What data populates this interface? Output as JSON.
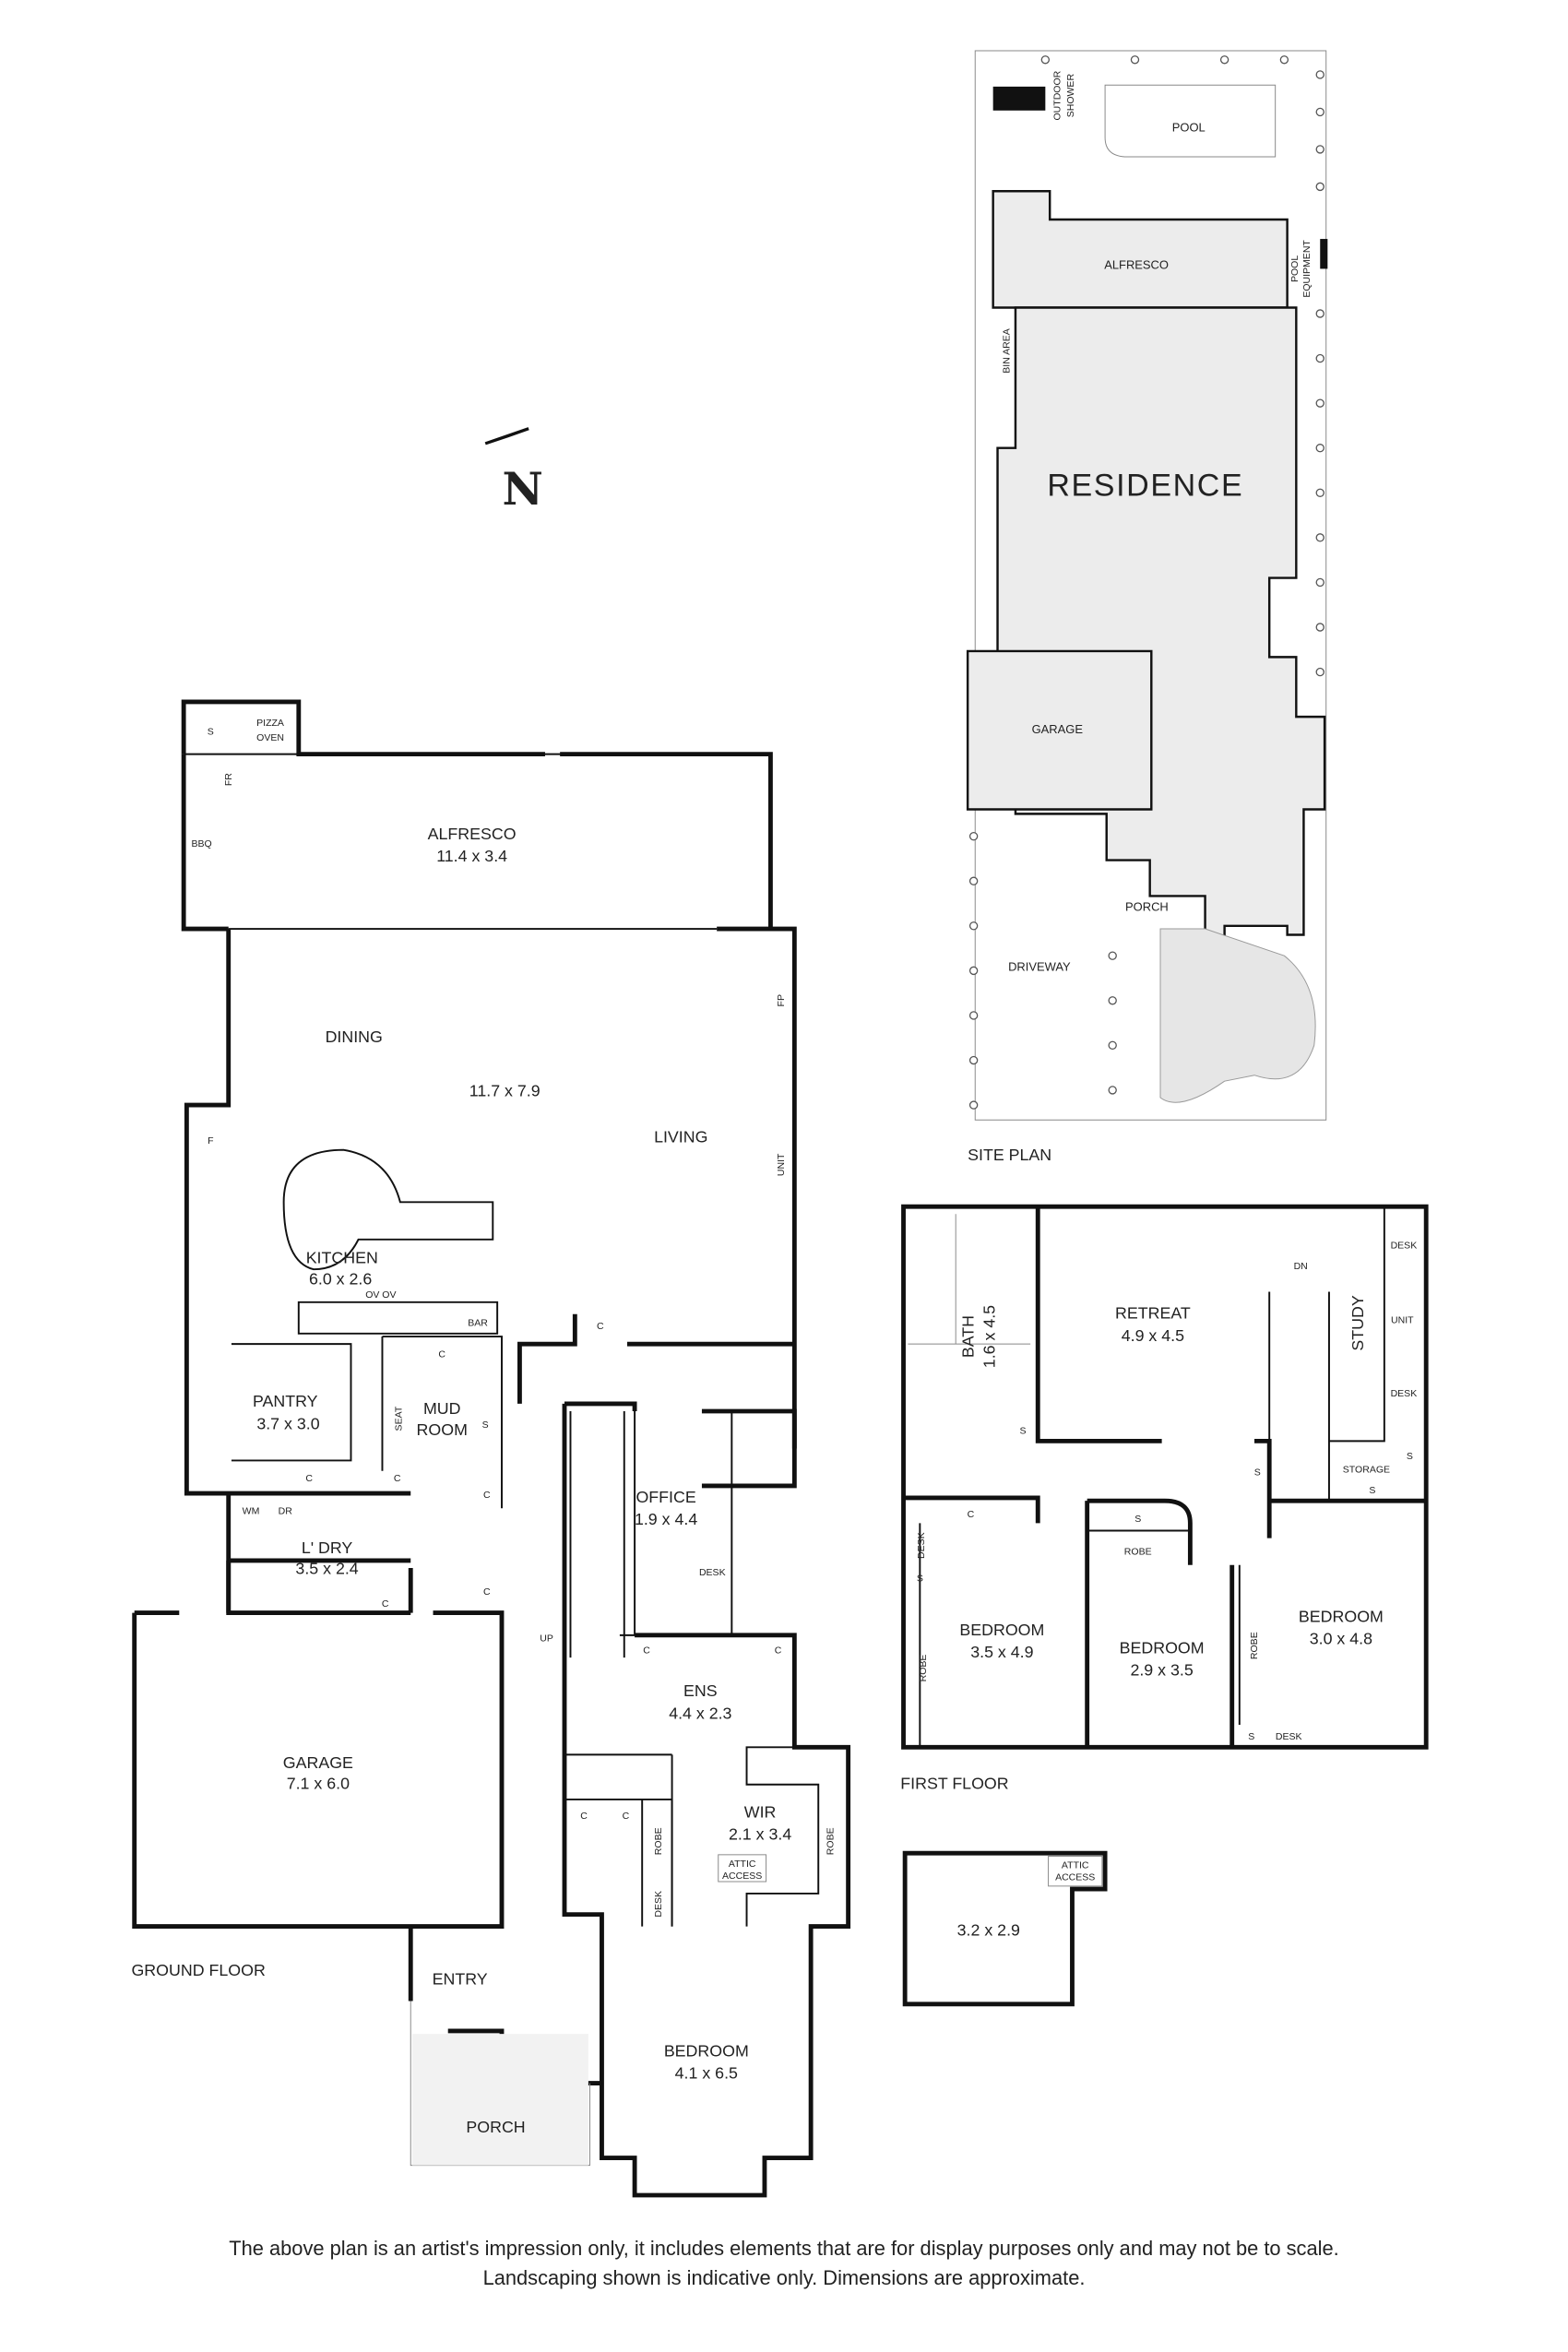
{
  "compass": {
    "label": "N"
  },
  "site_plan": {
    "label": "SITE PLAN",
    "areas": {
      "pool": "POOL",
      "outdoor_shower_1": "OUTDOOR",
      "outdoor_shower_2": "SHOWER",
      "alfresco": "ALFRESCO",
      "pool_equipment_1": "POOL",
      "pool_equipment_2": "EQUIPMENT",
      "bin_area": "BIN AREA",
      "residence": "RESIDENCE",
      "garage": "GARAGE",
      "porch": "PORCH",
      "driveway": "DRIVEWAY"
    }
  },
  "ground_floor": {
    "label": "GROUND FLOOR",
    "rooms": {
      "alfresco": {
        "name": "ALFRESCO",
        "dims": "11.4 x 3.4"
      },
      "dining": {
        "name": "DINING"
      },
      "living_dims": "11.7 x 7.9",
      "living": {
        "name": "LIVING"
      },
      "kitchen": {
        "name": "KITCHEN",
        "dims": "6.0 x 2.6"
      },
      "pantry": {
        "name": "PANTRY",
        "dims": "3.7 x 3.0"
      },
      "mud_room": {
        "name1": "MUD",
        "name2": "ROOM"
      },
      "laundry": {
        "name": "L' DRY",
        "dims": "3.5 x 2.4"
      },
      "garage": {
        "name": "GARAGE",
        "dims": "7.1 x 6.0"
      },
      "office": {
        "name": "OFFICE",
        "dims": "1.9 x 4.4"
      },
      "ensuite": {
        "name": "ENS",
        "dims": "4.4 x 2.3"
      },
      "wir": {
        "name": "WIR",
        "dims": "2.1 x 3.4"
      },
      "bedroom": {
        "name": "BEDROOM",
        "dims": "4.1 x 6.5"
      },
      "entry": {
        "name": "ENTRY"
      },
      "porch": {
        "name": "PORCH"
      }
    },
    "fixtures": {
      "s": "S",
      "pizza1": "PIZZA",
      "pizza2": "OVEN",
      "fr": "FR",
      "bbq": "BBQ",
      "f": "F",
      "fp": "FP",
      "unit": "UNIT",
      "bar": "BAR",
      "ov": "OV  OV",
      "c": "C",
      "seat": "SEAT",
      "wm": "WM",
      "dr": "DR",
      "desk": "DESK",
      "up": "UP",
      "robe": "ROBE",
      "attic1": "ATTIC",
      "attic2": "ACCESS"
    }
  },
  "first_floor": {
    "label": "FIRST FLOOR",
    "rooms": {
      "retreat": {
        "name": "RETREAT",
        "dims": "4.9 x 4.5"
      },
      "bath": {
        "name": "BATH",
        "dims": "1.6 x 4.5"
      },
      "study": {
        "name": "STUDY"
      },
      "bedroom1": {
        "name": "BEDROOM",
        "dims": "3.5 x 4.9"
      },
      "bedroom2": {
        "name": "BEDROOM",
        "dims": "2.9 x 3.5"
      },
      "bedroom3": {
        "name": "BEDROOM",
        "dims": "3.0 x 4.8"
      }
    },
    "fixtures": {
      "desk": "DESK",
      "unit": "UNIT",
      "dn": "DN",
      "s": "S",
      "storage": "STORAGE",
      "c": "C",
      "robe": "ROBE"
    }
  },
  "attic": {
    "dims": "3.2 x 2.9",
    "access1": "ATTIC",
    "access2": "ACCESS"
  },
  "disclaimer": {
    "line1": "The above plan is an artist's impression only, it includes elements that are for display purposes only and may not be to scale.",
    "line2": "Landscaping shown is indicative only. Dimensions are approximate."
  }
}
